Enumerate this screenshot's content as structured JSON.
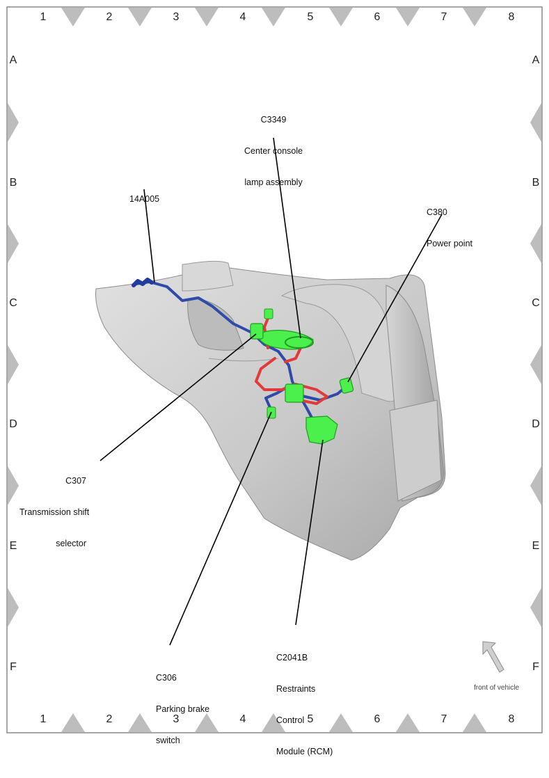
{
  "grid": {
    "columns": [
      "1",
      "2",
      "3",
      "4",
      "5",
      "6",
      "7",
      "8"
    ],
    "rows": [
      "A",
      "B",
      "C",
      "D",
      "E",
      "F"
    ]
  },
  "callouts": [
    {
      "id": "c3349",
      "lines": [
        "C3349",
        "Center console",
        "lamp assembly"
      ]
    },
    {
      "id": "14a005",
      "lines": [
        "14A005"
      ]
    },
    {
      "id": "c380",
      "lines": [
        "C380",
        "Power point"
      ]
    },
    {
      "id": "c307",
      "lines": [
        "C307",
        "Transmission shift",
        "selector"
      ]
    },
    {
      "id": "c306",
      "lines": [
        "C306",
        "Parking brake",
        "switch"
      ]
    },
    {
      "id": "c2041b",
      "lines": [
        "C2041B",
        "Restraints",
        "Control",
        "Module (RCM)"
      ]
    }
  ],
  "orientation": {
    "label": "front of vehicle",
    "icon": "arrow-up-left-icon"
  },
  "colors": {
    "frame": "#888888",
    "marker": "#bdbdbd",
    "console": "#c8c8c8",
    "wire_blue": "#2f4aa8",
    "wire_red": "#e23a3a",
    "connector_green": "#4cf04c"
  }
}
